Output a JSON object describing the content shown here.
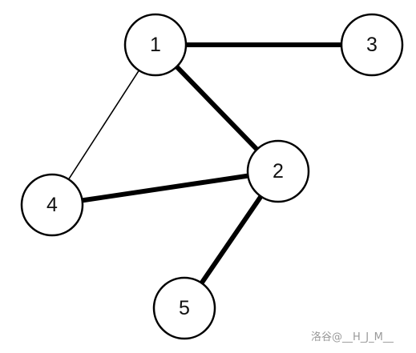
{
  "graph": {
    "nodes": [
      {
        "id": "1",
        "label": "1"
      },
      {
        "id": "2",
        "label": "2"
      },
      {
        "id": "3",
        "label": "3"
      },
      {
        "id": "4",
        "label": "4"
      },
      {
        "id": "5",
        "label": "5"
      }
    ],
    "edges": [
      {
        "from": "1",
        "to": "3",
        "weight": "bold"
      },
      {
        "from": "1",
        "to": "2",
        "weight": "bold"
      },
      {
        "from": "1",
        "to": "4",
        "weight": "thin"
      },
      {
        "from": "4",
        "to": "2",
        "weight": "bold"
      },
      {
        "from": "2",
        "to": "5",
        "weight": "bold"
      }
    ]
  },
  "watermark": "洛谷@__H_J_M__"
}
